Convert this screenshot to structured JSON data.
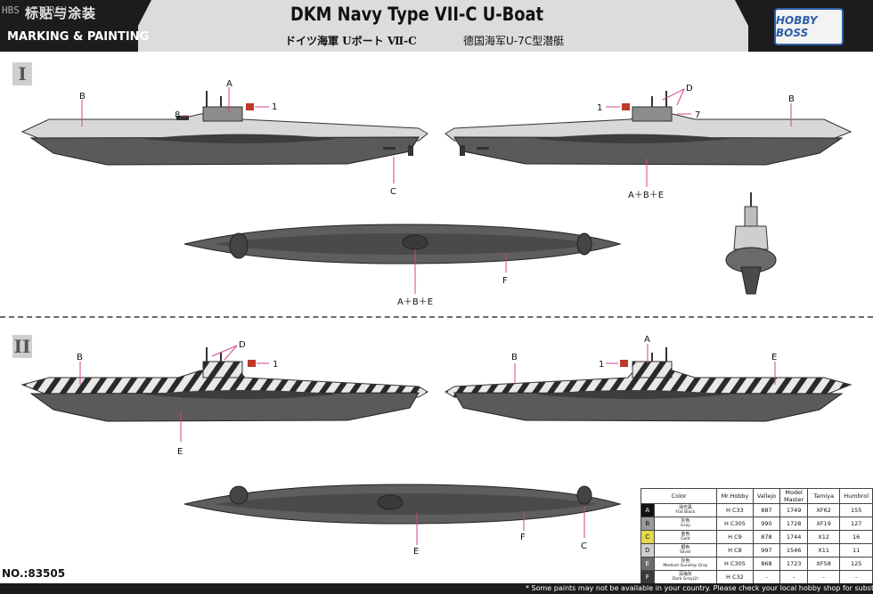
{
  "header": {
    "cn_title": "标贴与涂装",
    "watermark": "HBS ©ZJSRCH",
    "subtitle_en": "MARKING & PAINTING",
    "title": "DKM Navy Type VII-C U-Boat",
    "subtitle_jp": "ドイツ海軍 Uボート Ⅶ-C",
    "subtitle_cn": "德国海军U-7C型潜艇",
    "logo": "HOBBY BOSS"
  },
  "sections": {
    "one": "I",
    "two": "II"
  },
  "callouts": {
    "top_left": {
      "a": "A",
      "b": "B",
      "c": "C",
      "n1": "1",
      "n8": "8"
    },
    "top_right": {
      "d": "D",
      "b": "B",
      "n1": "1",
      "n7": "7",
      "mix": "A＋B＋E"
    },
    "top_plan": {
      "f": "F",
      "mix": "A＋B＋E"
    },
    "bottom_left": {
      "d": "D",
      "b": "B",
      "n1": "1",
      "e": "E"
    },
    "bottom_right": {
      "a": "A",
      "b": "B",
      "n1": "1",
      "e": "E"
    },
    "bottom_plan": {
      "e": "E",
      "f": "F",
      "c": "C"
    }
  },
  "paint_table": {
    "headers": [
      "Color",
      "Mr.Hobby",
      "Vallejo",
      "Model Master",
      "Tamiya",
      "Humbrol"
    ],
    "rows": [
      {
        "key": "A",
        "cn": "消光黑",
        "en": "Flat Black",
        "hobby_h": "H",
        "hobby_c": "C33",
        "vallejo": "887",
        "mm": "1749",
        "tamiya": "XF62",
        "humbrol": "155",
        "swatch": "#111111"
      },
      {
        "key": "B",
        "cn": "灰色",
        "en": "Gray",
        "hobby_h": "H",
        "hobby_c": "C305",
        "vallejo": "990",
        "mm": "1728",
        "tamiya": "XF19",
        "humbrol": "127",
        "swatch": "#9a9a9a"
      },
      {
        "key": "C",
        "cn": "金色",
        "en": "Gold",
        "hobby_h": "H",
        "hobby_c": "C9",
        "vallejo": "878",
        "mm": "1744",
        "tamiya": "X12",
        "humbrol": "16",
        "swatch": "#e5d94a"
      },
      {
        "key": "D",
        "cn": "银色",
        "en": "Silver",
        "hobby_h": "H",
        "hobby_c": "C8",
        "vallejo": "997",
        "mm": "1546",
        "tamiya": "X11",
        "humbrol": "11",
        "swatch": "#cfcfcf"
      },
      {
        "key": "E",
        "cn": "灰色",
        "en": "Medium Gunship Gray",
        "hobby_h": "H",
        "hobby_c": "C305",
        "vallejo": "868",
        "mm": "1723",
        "tamiya": "XF58",
        "humbrol": "125",
        "swatch": "#6c6c6c"
      },
      {
        "key": "F",
        "cn": "深海灰",
        "en": "Dark Gray(2)",
        "hobby_h": "H",
        "hobby_c": "C32",
        "vallejo": "-",
        "mm": "-",
        "tamiya": "-",
        "humbrol": "-",
        "swatch": "#3a3a3a"
      }
    ]
  },
  "footer": {
    "code": "NO.:83505",
    "note": "* Some paints may not be available in your country. Please check your local hobby shop for substitute"
  }
}
